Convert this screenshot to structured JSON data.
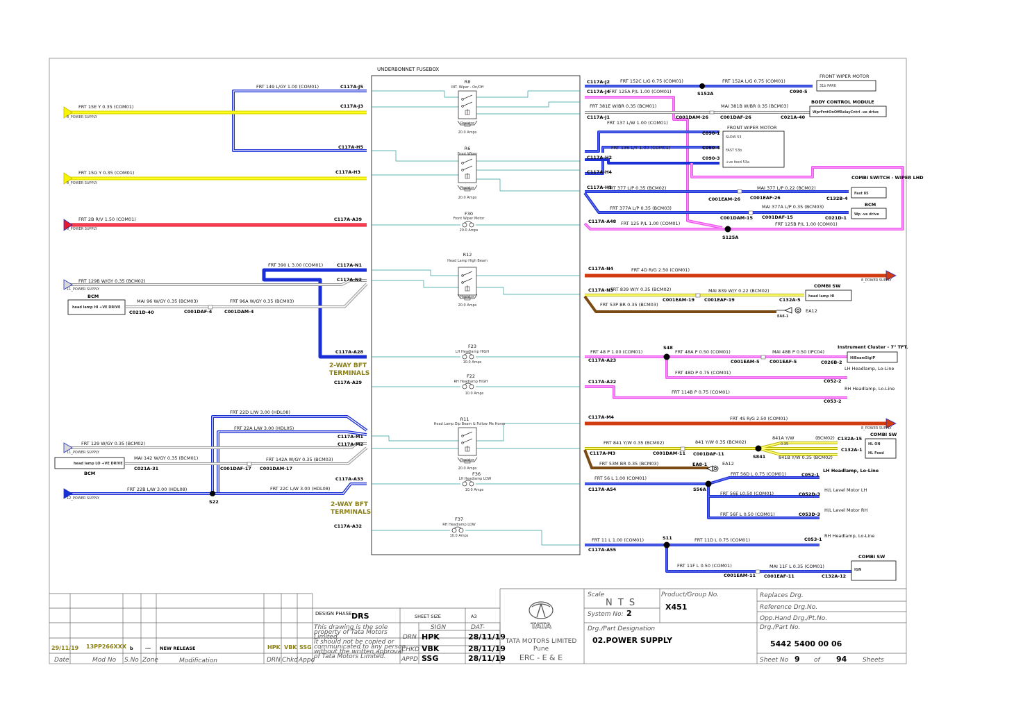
{
  "fusebox": {
    "title": "UNDERBONNET FUSEBOX"
  },
  "components": [
    {
      "id": "R8",
      "name": "R8",
      "desc": "INT. Wiper - On/Off",
      "sub": "Resistor",
      "rating": "20.0 Amps"
    },
    {
      "id": "R6",
      "name": "R6",
      "desc": "Front Wiper",
      "sub": "Resistor",
      "rating": "20.0 Amps"
    },
    {
      "id": "F30",
      "name": "F30",
      "desc": "Front Wiper Motor",
      "rating": "20.0 Amps"
    },
    {
      "id": "R12",
      "name": "R12",
      "desc": "Head Lamp High Beam",
      "sub": "Resistor",
      "rating": "20.0 Amps"
    },
    {
      "id": "F23",
      "name": "F23",
      "desc": "LH Headlamp HIGH",
      "rating": "10.0 Amps"
    },
    {
      "id": "F22",
      "name": "F22",
      "desc": "RH Headlamp HIGH",
      "rating": "10.0 Amps"
    },
    {
      "id": "R11",
      "name": "R11",
      "desc": "Head Lamp Dip Beam & Follow Me Home",
      "sub": "Resistor",
      "rating": "20.0 Amps"
    },
    {
      "id": "F36",
      "name": "F36",
      "desc": "LH Headlamp LOW",
      "rating": "10.0 Amps"
    },
    {
      "id": "F37",
      "name": "F37",
      "desc": "RH Headlamp LOW",
      "rating": "10.0 Amps"
    }
  ],
  "left_wires": [
    {
      "id": "w149",
      "label": "FRT   149   L/GY   1.00   (COM01)",
      "color": "#1b2fd6"
    },
    {
      "id": "w15e",
      "label": "FRT   15E   Y   0.35   (COM01)",
      "color": "#f5f500"
    },
    {
      "id": "w15g",
      "label": "FRT   15G   Y   0.35   (COM01)",
      "color": "#f5f500"
    },
    {
      "id": "w2b",
      "label": "FRT   2B   R/V   1.50   (COM01)",
      "color": "#e8182f"
    },
    {
      "id": "w390",
      "label": "FRT   390   L   3.00   (COM01)",
      "color": "#1b2fd6"
    },
    {
      "id": "w129b",
      "label": "FRT   129B   W/GY   0.35   (BCM02)",
      "color": "#d8d8d8"
    },
    {
      "id": "w96",
      "label": "MAI   96   W/GY   0.35   (BCM03)",
      "color": "#d8d8d8"
    },
    {
      "id": "w96a",
      "label": "FRT   96A   W/GY   0.35   (BCM03)",
      "color": "#d8d8d8"
    },
    {
      "id": "w22d",
      "label": "FRT   22D   L/W   3.00   (HDL08)",
      "color": "#1b2fd6"
    },
    {
      "id": "w22a",
      "label": "FRT   22A   L/W   3.00   (HDL05)",
      "color": "#1b2fd6"
    },
    {
      "id": "w129",
      "label": "FRT   129   W/GY   0.35   (BCM02)",
      "color": "#d8d8d8"
    },
    {
      "id": "w142",
      "label": "MAI   142   W/GY   0.35   (BCM01)",
      "color": "#d8d8d8"
    },
    {
      "id": "w142a",
      "label": "FRT   142A   W/GY   0.35   (BCM03)",
      "color": "#d8d8d8"
    },
    {
      "id": "w22b",
      "label": "FRT   22B   L/W   3.00   (HDL08)",
      "color": "#1b2fd6"
    },
    {
      "id": "w22c",
      "label": "FRT   22C   L/W   3.00   (HDL08)",
      "color": "#1b2fd6"
    }
  ],
  "power_supply_labels": [
    "8_POWER SUPPLY",
    "8_POWER SUPPLY",
    "8_POWER SUPPLY",
    "11_POWER SUPPLY",
    "11_POWER SUPPLY",
    "12_POWER SUPPLY"
  ],
  "left_pins": [
    "C117A-J5",
    "C117A-J3",
    "C117A-H5",
    "C117A-H3",
    "C117A-A39",
    "C117A-N1",
    "C117A-N2",
    "C117A-A28",
    "C117A-A29",
    "C117A-M1",
    "C117A-M2",
    "C117A-A33",
    "C117A-A32"
  ],
  "right_pins": [
    "C117A-J2",
    "C117A-J4",
    "C117A-J1",
    "C117A-H2",
    "C117A-H4",
    "C117A-H1",
    "C117A-A48",
    "C117A-N4",
    "C117A-N3",
    "C117A-A23",
    "C117A-A22",
    "C117A-M4",
    "C117A-M3",
    "C117A-A54",
    "C117A-A55"
  ],
  "right_wires": [
    {
      "id": "r152c",
      "label": "FRT   152C   L/G   0.75   (COM01)"
    },
    {
      "id": "r152a",
      "label": "FRT   152A   L/G   0.75   (COM01)"
    },
    {
      "id": "r125a",
      "label": "FRT   125A   P/L   1.00   (COM01)"
    },
    {
      "id": "r381e",
      "label": "FRT   381E   W/BR   0.35   (BCM01)"
    },
    {
      "id": "r381b",
      "label": "MAI   381B   W/BR   0.35   (BCM03)"
    },
    {
      "id": "r137",
      "label": "FRT   137   L/W   1.00   (COM01)"
    },
    {
      "id": "r136",
      "label": "FRT   136   L/Y   1.00   (COM01)"
    },
    {
      "id": "r377",
      "label": "FRT   377   L/P   0.35   (BCM02)"
    },
    {
      "id": "r377m",
      "label": "MAI   377   L/P   0.22   (BCM02)"
    },
    {
      "id": "r377a",
      "label": "FRT   377A   L/P   0.35   (BCM03)"
    },
    {
      "id": "r377am",
      "label": "MAI   377A   L/P   0.35   (BCM03)"
    },
    {
      "id": "r125",
      "label": "FRT   125   P/L   1.00   (COM01)"
    },
    {
      "id": "r125b",
      "label": "FRT   125B   P/L   1.00   (COM01)"
    },
    {
      "id": "r4d",
      "label": "FRT   4D   R/G   2.50   (COM01)"
    },
    {
      "id": "r839",
      "label": "FRT   839   W/Y   0.35   (BCM02)"
    },
    {
      "id": "r839m",
      "label": "MAI   839   W/Y   0.22   (BCM02)"
    },
    {
      "id": "r53p",
      "label": "FRT   53P   BR   0.35   (BCM03)"
    },
    {
      "id": "r48",
      "label": "FRT   48   P   1.00   (COM01)"
    },
    {
      "id": "r48a",
      "label": "FRT   48A   P   0.50   (COM01)"
    },
    {
      "id": "r48b",
      "label": "MAI   48B   P   0.50   (IPC04)"
    },
    {
      "id": "r48d",
      "label": "FRT   48D   P   0.75   (COM01)"
    },
    {
      "id": "r114b",
      "label": "FRT   114B   P   0.75   (COM01)"
    },
    {
      "id": "r4s",
      "label": "FRT   4S   R/G   2.50   (COM01)"
    },
    {
      "id": "r841",
      "label": "FRT   841   Y/W   0.35   (BCM02)"
    },
    {
      "id": "r841m",
      "label": "841   Y/W   0.35   (BCM02)"
    },
    {
      "id": "r841a",
      "label": "841A   Y/W"
    },
    {
      "id": "r841a2",
      "label": "(BCM02)"
    },
    {
      "id": "r841asz",
      "label": "0.35"
    },
    {
      "id": "r841b",
      "label": "841B   Y/W   0.35   (BCM02)"
    },
    {
      "id": "r53m",
      "label": "FRT   53M   BR   0.35   (BCM03)"
    },
    {
      "id": "r56",
      "label": "FRT   56   L   1.00   (COM01)"
    },
    {
      "id": "r56d",
      "label": "FRT   56D   L   0.75   (COM01)"
    },
    {
      "id": "r56e",
      "label": "FRT   56E   L0.50   (COM01)"
    },
    {
      "id": "r56f",
      "label": "FRT   56F   L   0.50   (COM01)"
    },
    {
      "id": "r11",
      "label": "FRT   11   L   1.00   (COM01)"
    },
    {
      "id": "r11d",
      "label": "FRT   11D   L   0.75   (COM01)"
    },
    {
      "id": "r11f",
      "label": "FRT   11F   L   0.50   (COM01)"
    },
    {
      "id": "r11fm",
      "label": "MAI   11F   L   0.35   (COM01)"
    }
  ],
  "splices": [
    "S152A",
    "S125A",
    "S48",
    "S841",
    "S56A",
    "S11",
    "S22"
  ],
  "connectors": [
    "C090-5",
    "C001DAM-26",
    "C001DAF-26",
    "C021A-40",
    "C090-1",
    "C090-4",
    "C090-3",
    "C001EAM-26",
    "C001EAF-26",
    "C132B-4",
    "C001DAM-15",
    "C001DAF-15",
    "C021D-1",
    "C021D-40",
    "C001DAF-4",
    "C001DAM-4",
    "C001EAM-19",
    "C001EAF-19",
    "C132A-5",
    "EA8-1",
    "EA12",
    "C001EAM-5",
    "C001EAF-5",
    "C026B-2",
    "C052-2",
    "C053-2",
    "C001DAM-11",
    "C001DAF-11",
    "C132A-15",
    "C132A-1",
    "EA8-1",
    "EA12",
    "C052-1",
    "C052D-3",
    "C053D-3",
    "C053-1",
    "C001EAM-11",
    "C001EAF-11",
    "C132A-12",
    "C021A-31",
    "C001DAF-17",
    "C001DAM-17"
  ],
  "devices": [
    {
      "id": "fwm1",
      "title": "FRONT WIPER MOTOR",
      "pins": [
        "31b PARK"
      ]
    },
    {
      "id": "bcm1",
      "title": "BODY CONTROL MODULE",
      "pins": [
        "WprFrntOnOffRelayCntrl -ve drive"
      ]
    },
    {
      "id": "fwm2",
      "title": "FRONT WIPER MOTOR",
      "pins": [
        "SLOW 53",
        "FAST 53b",
        "+ve feed 53a"
      ]
    },
    {
      "id": "cs1",
      "title": "COMBI SWITCH - WIPER LHD",
      "pins": [
        "Fast 85"
      ]
    },
    {
      "id": "bcm2",
      "title": "BCM",
      "pins": [
        "Wp -ve drive"
      ]
    },
    {
      "id": "cs2",
      "title": "COMBI SW",
      "pins": [
        "head lamp HI"
      ]
    },
    {
      "id": "ic",
      "title": "Instrument Cluster - 7\" TFT.",
      "pins": [
        "HiBeamSigIP"
      ]
    },
    {
      "id": "lhhl",
      "title": "LH Headlamp, Lo-Line",
      "pins": []
    },
    {
      "id": "rhhl",
      "title": "RH Headlamp, Lo-Line",
      "pins": []
    },
    {
      "id": "cs3",
      "title": "COMBI SW",
      "pins": [
        "HL ON",
        "HL Feed"
      ]
    },
    {
      "id": "lhhl2",
      "title": "LH Headlamp, Lo-Line",
      "pins": []
    },
    {
      "id": "lvlh",
      "title": "H/L Level Motor LH",
      "pins": []
    },
    {
      "id": "lvrh",
      "title": "H/L Level Motor RH",
      "pins": []
    },
    {
      "id": "rhhl2",
      "title": "RH Headlamp, Lo-Line",
      "pins": []
    },
    {
      "id": "cs4",
      "title": "COMBI SW",
      "pins": [
        "IGN"
      ]
    },
    {
      "id": "bcmL1",
      "title": "BCM",
      "pins": [
        "head lamp HI +VE DRIVE"
      ]
    },
    {
      "id": "bcmL2",
      "title": "BCM",
      "pins": [
        "head lamp LO +VE DRIVE"
      ]
    }
  ],
  "terminals": [
    "2-WAY BFT",
    "TERMINALS",
    "2-WAY BFT",
    "TERMINALS"
  ],
  "title_block": {
    "design_phase_label": "DESIGN PHASE",
    "design_phase": "DRS",
    "sheet_size_label": "SHEET SIZE",
    "sheet_size": "A3",
    "notice": [
      "This drawing is the sole",
      "property of Tata Motors",
      "Limited.",
      "  It should not be copied or",
      "communicated to any person",
      "without the written approval",
      "of Tata Motors Limited."
    ],
    "sign_label": "SIGN",
    "date_label": "DAT-",
    "signoffs": [
      {
        "role": "DRN",
        "sign": "HPK",
        "date": "28/11/19"
      },
      {
        "role": "CHKD",
        "sign": "VBK",
        "date": "28/11/19"
      },
      {
        "role": "APPD",
        "sign": "SSG",
        "date": "28/11/19"
      }
    ],
    "revision": {
      "date": "29/11/19",
      "mod_no": "13PP266XXX",
      "sno": "b",
      "zone": "---",
      "modification": "NEW RELEASE",
      "drn": "HPK",
      "chkd": "VBK",
      "appd": "SSG"
    },
    "headers": [
      "Date",
      "Mod No",
      "S.No",
      "Zone",
      "Modification",
      "DRN",
      "Chkd",
      "Appd"
    ],
    "company_logo_text": "TATA",
    "company": "TATA MOTORS LIMITED",
    "city": "Pune",
    "department": "ERC - E & E",
    "scale_label": "Scale",
    "scale": "N T S",
    "system_label": "System No:",
    "system": "2",
    "product_label": "Product/Group No.",
    "product": "X451",
    "designation_label": "Drg./Part Designation",
    "designation": "02.POWER SUPPLY",
    "replaces_label": "Replaces Drg.",
    "reference_label": "Reference Drg.No.",
    "opp_label": "Opp.Hand Drg./Pt.No.",
    "part_label": "Drg./Part No.",
    "part_no": "5442 5400 00 06",
    "sheet_no_label": "Sheet No",
    "sheet_no": "9",
    "of_label": "of",
    "total_sheets": "94",
    "sheets_label": "Sheets"
  },
  "colors": {
    "blue": "#1b2fd6",
    "yellow": "#f5f500",
    "red": "#e8182f",
    "magenta": "#ee55ee",
    "orange_red": "#d23a10",
    "brown": "#7a4a12",
    "grey": "#d8d8d8",
    "teal": "#2a9d9d",
    "olive": "#8a7f12"
  }
}
